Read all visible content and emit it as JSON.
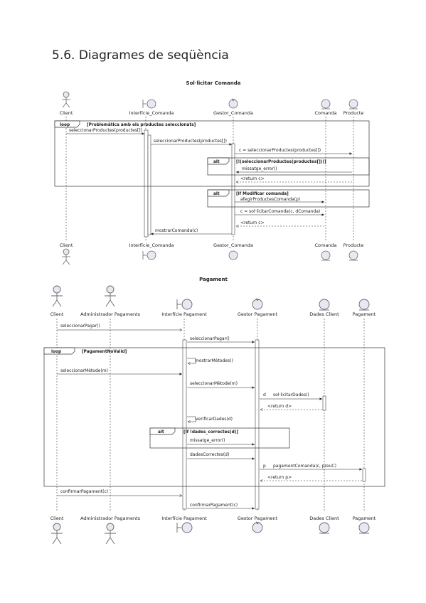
{
  "section_title": "5.6. Diagrames de seqüència",
  "diagram1": {
    "title": "Sol·licitar Comanda",
    "participants": [
      "Client",
      "Interfície_Comanda",
      "Gestor_Comanda",
      "Comanda",
      "Producte"
    ],
    "loop_label": "loop",
    "loop_guard": "[Problemàtica amb els productes seleccionats]",
    "messages": [
      "seleccionarProductes(productes[])",
      "seleccionarProductes(productes[])",
      "c = seleccionarProductes(productes[])",
      "missatge_error()",
      "<return c>",
      "afegirProductesComanda(p)",
      "c = sol·licitarComanda(c, dComanda)",
      "<return c>",
      "mostrarComanda(c)"
    ],
    "alt1_label": "alt",
    "alt1_guard": "[!(seleccionarProductes(productes[]))]",
    "alt2_label": "alt",
    "alt2_guard": "[if Modificar comanda]"
  },
  "diagram2": {
    "title": "Pagament",
    "participants": [
      "Client",
      "Administrador Pagaments",
      "Interfície Pagament",
      "Gestor Pagament",
      "Dades Client",
      "Pagament"
    ],
    "loop_label": "loop",
    "loop_guard": "[PagamentNoValid]",
    "messages": [
      "seleccionarPagar()",
      "seleccionarPagar()",
      "mostrarMètodes()",
      "seleccionarMètode(m)",
      "seleccionarMètode(m)",
      "d",
      "sol·licitarDades()",
      "<return d>",
      "verificarDades(d)",
      "missatge_error()",
      "dadesCorrectes(d)",
      "p",
      "pagamentComanda(c, preuC)",
      "<return p>",
      "confirmarPagament(c)",
      "confirmarPagament(c)"
    ],
    "alt_label": "alt",
    "alt_guard": "[if !dades_correctes(d)]"
  }
}
